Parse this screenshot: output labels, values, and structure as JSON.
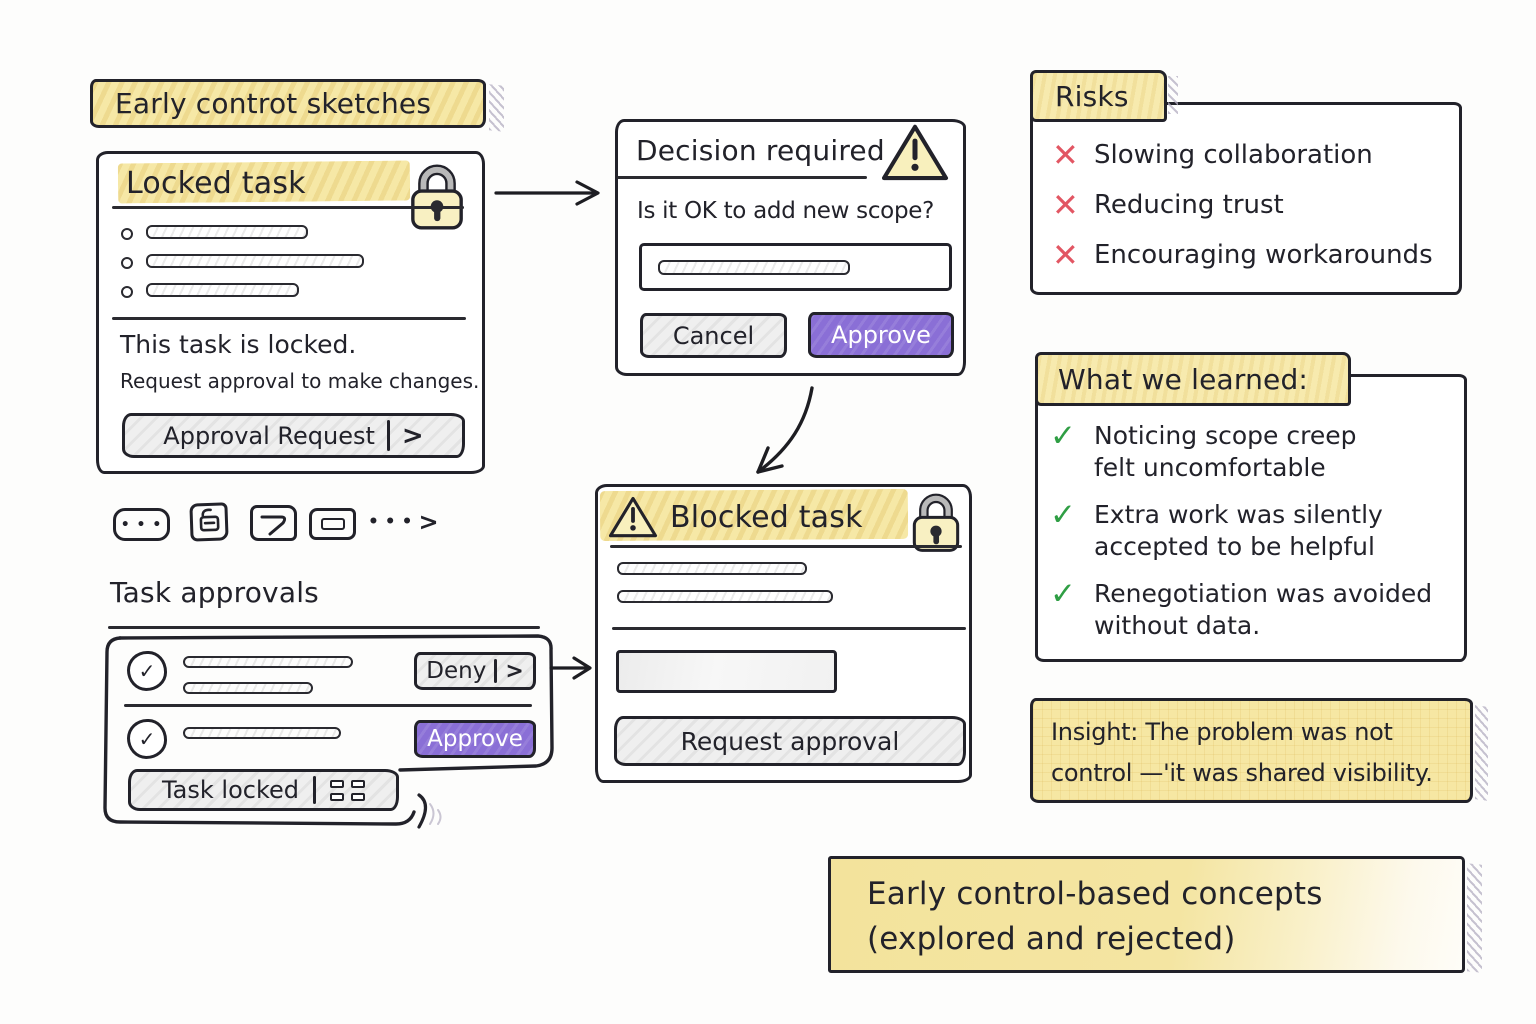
{
  "colors": {
    "ink": "#22222a",
    "accent_purple": "#8a6fd6",
    "risk_red": "#e25663",
    "check_green": "#2f9e44",
    "highlight_yellow": "#f6e8a6",
    "pale_yellow": "#f8f0c2",
    "button_gray": "#efefef"
  },
  "icons": {
    "check": "✓",
    "x_mark": "✕",
    "ellipsis": "• • •",
    "chevron_right": ">",
    "lock": "lock-icon",
    "warning": "warning-triangle-icon",
    "grid": "grid-handle-icon"
  },
  "header": {
    "title": "Early controt sketches"
  },
  "locked_task": {
    "title": "Locked task",
    "message_line1": "This task is locked.",
    "message_line2": "Request approval to make changes.",
    "button_label": "Approval Request"
  },
  "decision_dialog": {
    "title": "Decision required",
    "question": "Is it OK to add new scope?",
    "cancel_label": "Cancel",
    "approve_label": "Approve"
  },
  "blocked_task": {
    "title": "Blocked task",
    "button_label": "Request approval"
  },
  "task_approvals": {
    "title": "Task approvals",
    "deny_label": "Deny",
    "approve_label": "Approve",
    "locked_label": "Task locked"
  },
  "risks": {
    "title": "Risks",
    "items": [
      "Slowing collaboration",
      "Reducing trust",
      "Encouraging workarounds"
    ]
  },
  "learnings": {
    "title": "What we learned:",
    "items": [
      {
        "line1": "Noticing scope creep",
        "line2": "felt uncomfortable"
      },
      {
        "line1": "Extra work was silently",
        "line2": "accepted to be helpful"
      },
      {
        "line1": "Renegotiation was avoided",
        "line2": "without data."
      }
    ]
  },
  "insight": {
    "line1": "Insight: The problem was not",
    "line2": "control —'it was shared visibility."
  },
  "footer_note": {
    "line1": "Early control-based concepts",
    "line2": "(explored and rejected)"
  }
}
